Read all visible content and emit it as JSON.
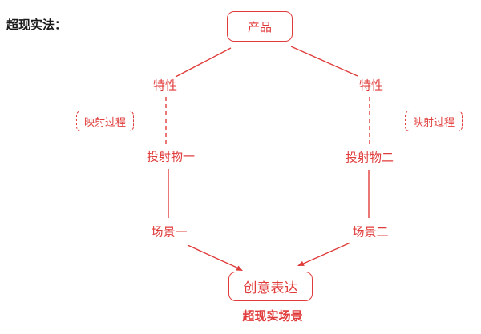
{
  "colors": {
    "accent": "#E03C3B",
    "title_text": "#1A1A1A"
  },
  "title": "超现实法：",
  "diagram": {
    "product_label": "产品",
    "feature_left_label": "特性",
    "feature_right_label": "特性",
    "mapping_left_label": "映射过程",
    "mapping_right_label": "映射过程",
    "projection_left_label": "投射物一",
    "projection_right_label": "投射物二",
    "scene_left_label": "场景一",
    "scene_right_label": "场景二",
    "creative_label": "创意表达",
    "caption_label": "超现实场景"
  }
}
